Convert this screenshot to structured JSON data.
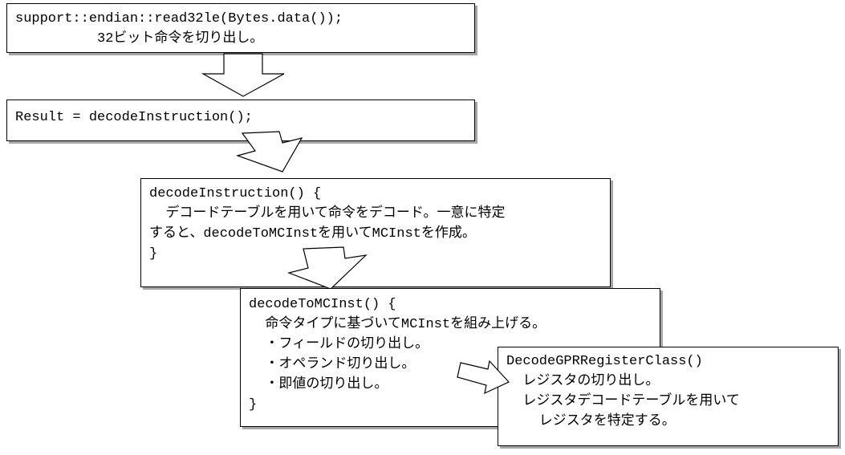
{
  "box1": {
    "line1": "support::endian::read32le(Bytes.data());",
    "line2": "          32ビット命令を切り出し。"
  },
  "box2": {
    "line1": "Result = decodeInstruction();"
  },
  "box3": {
    "line1": "decodeInstruction() {",
    "line2": "  デコードテーブルを用いて命令をデコード。一意に特定",
    "line3": "すると、decodeToMCInstを用いてMCInstを作成。",
    "line4": "}"
  },
  "box4": {
    "line1": "decodeToMCInst() {",
    "line2": "  命令タイプに基づいてMCInstを組み上げる。",
    "line3": "  ・フィールドの切り出し。",
    "line4": "  ・オペランド切り出し。",
    "line5": "  ・即値の切り出し。",
    "line6": "}"
  },
  "box5": {
    "line1": "DecodeGPRRegisterClass()",
    "line2": "  レジスタの切り出し。",
    "line3": "  レジスタデコードテーブルを用いて",
    "line4": "    レジスタを特定する。"
  }
}
